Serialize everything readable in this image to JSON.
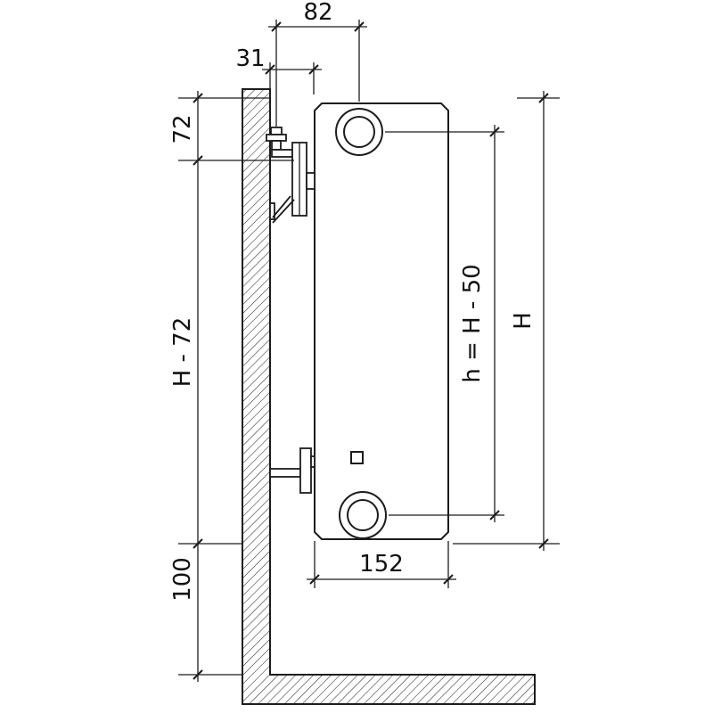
{
  "diagram": {
    "type": "technical-drawing",
    "subject": "panel radiator side view with wall mounting dimensions",
    "background_color": "#ffffff",
    "line_color": "#1c1c1c",
    "labels": {
      "wall_to_pipe_center": "82",
      "wall_to_bracket": "31",
      "top_to_bracket": "72",
      "bracket_to_bottom": "H - 72",
      "floor_clearance": "100",
      "connection_spacing": "h = H - 50",
      "overall_height": "H",
      "radiator_depth": "152"
    }
  }
}
